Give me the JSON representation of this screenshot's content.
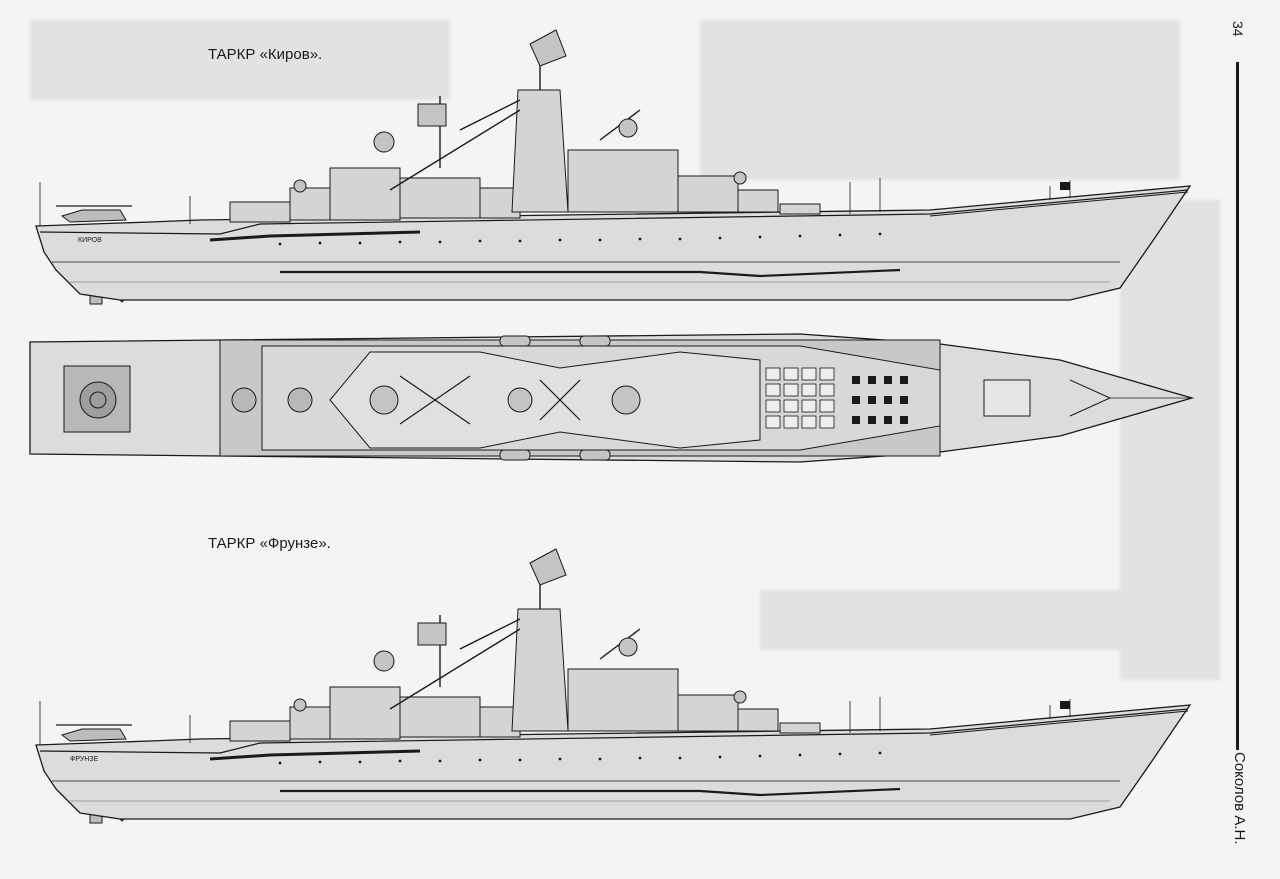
{
  "page": {
    "number": "34",
    "author": "Соколов А.Н."
  },
  "drawings": [
    {
      "caption": "ТАРКР «Киров».",
      "hull_name": "КИРОВ",
      "view": "side"
    },
    {
      "caption": "",
      "hull_name": "",
      "view": "plan"
    },
    {
      "caption": "ТАРКР «Фрунзе».",
      "hull_name": "ФРУНЗЕ",
      "view": "side"
    }
  ],
  "colors": {
    "hull": "#dcdcdc",
    "deck": "#c8c8c8",
    "ink": "#1a1a1a",
    "paper": "#f4f4f2"
  }
}
